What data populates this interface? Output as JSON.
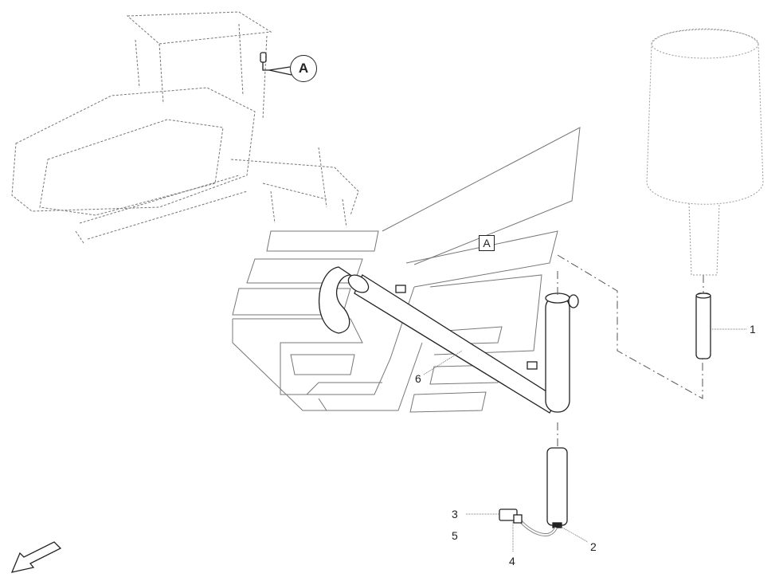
{
  "detail_reference": {
    "circle_label": "A",
    "box_label": "A"
  },
  "callouts": [
    "1",
    "2",
    "3",
    "4",
    "5",
    "6"
  ],
  "colors": {
    "line": "#222222",
    "ghost": "#888888"
  }
}
